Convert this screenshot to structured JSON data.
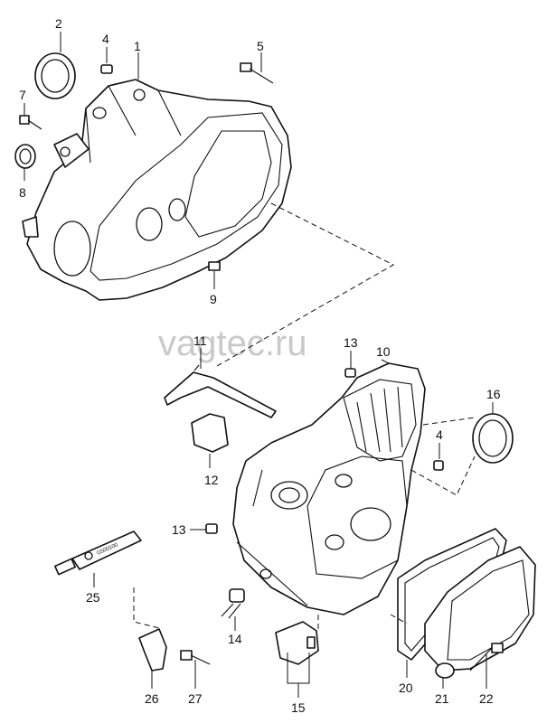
{
  "watermark": "vagtec.ru",
  "tube_label": "G500100",
  "parts": [
    {
      "number": "1"
    },
    {
      "number": "2"
    },
    {
      "number": "4"
    },
    {
      "number": "5"
    },
    {
      "number": "7"
    },
    {
      "number": "8"
    },
    {
      "number": "9"
    },
    {
      "number": "10"
    },
    {
      "number": "11"
    },
    {
      "number": "12"
    },
    {
      "number": "13"
    },
    {
      "number": "13"
    },
    {
      "number": "4"
    },
    {
      "number": "14"
    },
    {
      "number": "15"
    },
    {
      "number": "16"
    },
    {
      "number": "20"
    },
    {
      "number": "21"
    },
    {
      "number": "22"
    },
    {
      "number": "25"
    },
    {
      "number": "26"
    },
    {
      "number": "27"
    }
  ]
}
